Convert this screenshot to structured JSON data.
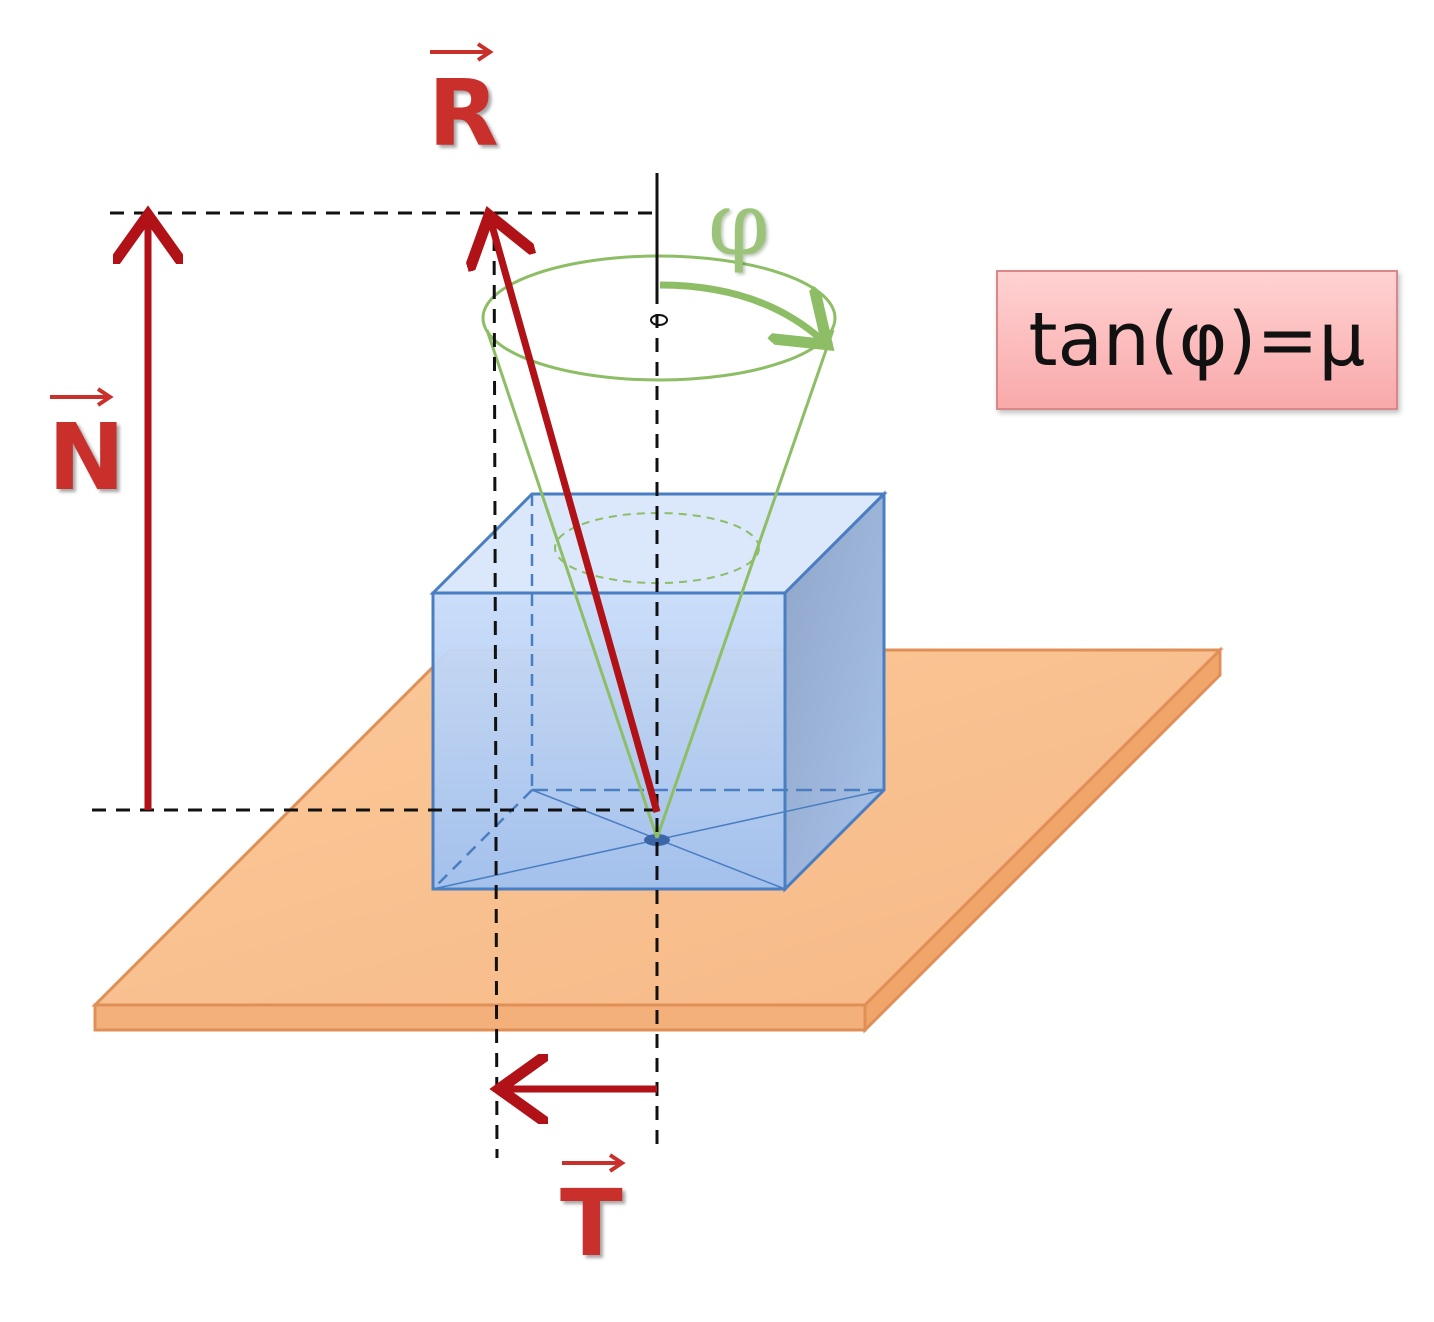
{
  "labels": {
    "R": "R",
    "N": "N",
    "T": "T",
    "phi": "φ"
  },
  "formula": "tan(φ)=μ",
  "colors": {
    "vector": "#b01218",
    "cone": "#8dbe66",
    "box_face": "#b7d2f7",
    "box_edge": "#4a7ec2",
    "plate": "#f6bd8c",
    "plate_edge": "#e09057",
    "formula_bg": "#f9b3b4"
  }
}
